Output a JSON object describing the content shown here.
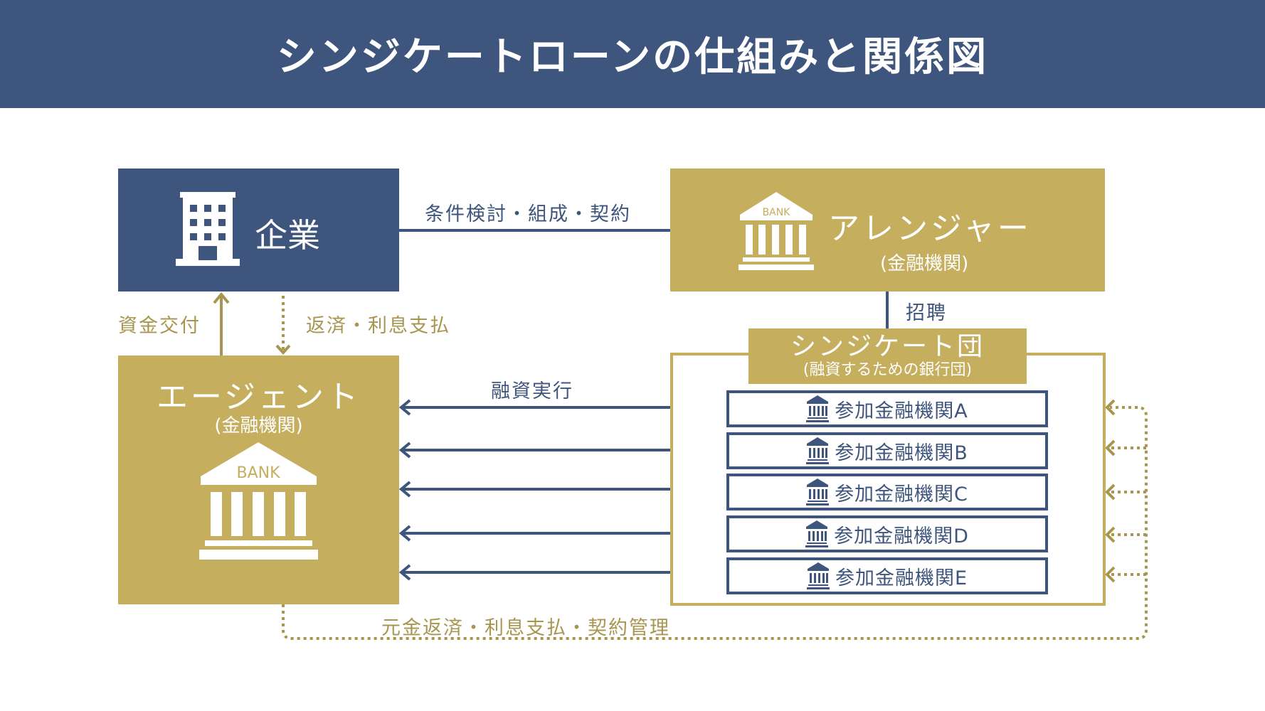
{
  "header": {
    "title": "シンジケートローンの仕組みと関係図"
  },
  "colors": {
    "navy": "#3e557d",
    "gold": "#c5ae5d",
    "gold_text": "#a8954f",
    "white": "#ffffff"
  },
  "company": {
    "label": "企業",
    "icon": "building-icon"
  },
  "arranger": {
    "label": "アレンジャー",
    "sublabel": "(金融機関)",
    "icon": "bank-icon",
    "icon_text": "BANK"
  },
  "agent": {
    "label": "エージェント",
    "sublabel": "(金融機関)",
    "icon": "bank-icon",
    "icon_text": "BANK"
  },
  "syndicate": {
    "label": "シンジケート団",
    "sublabel": "(融資するための銀行団)",
    "members": [
      {
        "label": "参加金融機関A",
        "icon": "bank-icon"
      },
      {
        "label": "参加金融機関B",
        "icon": "bank-icon"
      },
      {
        "label": "参加金融機関C",
        "icon": "bank-icon"
      },
      {
        "label": "参加金融機関D",
        "icon": "bank-icon"
      },
      {
        "label": "参加金融機関E",
        "icon": "bank-icon"
      }
    ]
  },
  "connections": {
    "company_arranger": "条件検討・組成・契約",
    "arranger_syndicate": "招聘",
    "agent_to_company": "資金交付",
    "company_to_agent": "返済・利息支払",
    "syndicate_to_agent": "融資実行",
    "agent_to_syndicate": "元金返済・利息支払・契約管理"
  }
}
